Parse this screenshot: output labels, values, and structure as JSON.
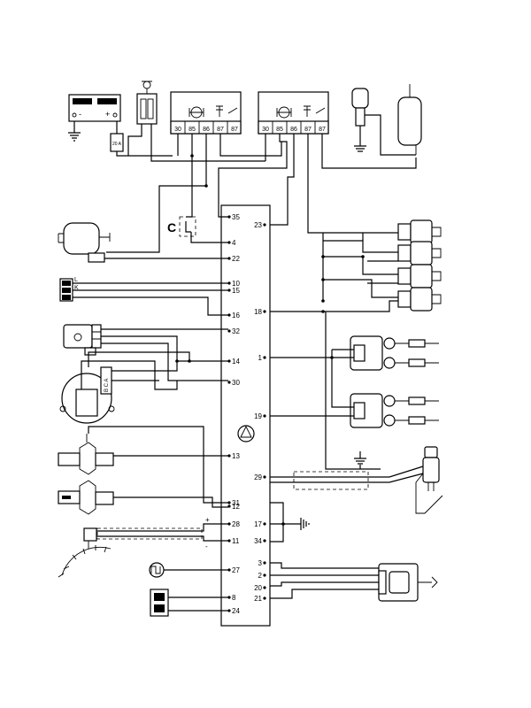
{
  "diagram": {
    "connector_label": "C",
    "battery": {
      "minus": "-",
      "plus": "+"
    },
    "fuse": {
      "rating": "20 A"
    },
    "relay_pins": [
      "30",
      "85",
      "86",
      "87",
      "87"
    ],
    "sensor_letters": {
      "upper": "L",
      "lower": "K"
    },
    "tps_letters": "B C A",
    "ecu_left_pins": [
      "35",
      "4",
      "22",
      "10",
      "15",
      "16",
      "32",
      "14",
      "30",
      "13",
      "31",
      "12",
      "28",
      "11",
      "27",
      "8",
      "24"
    ],
    "ecu_right_pins": [
      "23",
      "18",
      "1",
      "19",
      "29",
      "17",
      "34",
      "3",
      "2",
      "20",
      "21"
    ],
    "polarity": {
      "plus": "+",
      "minus": "-"
    }
  }
}
